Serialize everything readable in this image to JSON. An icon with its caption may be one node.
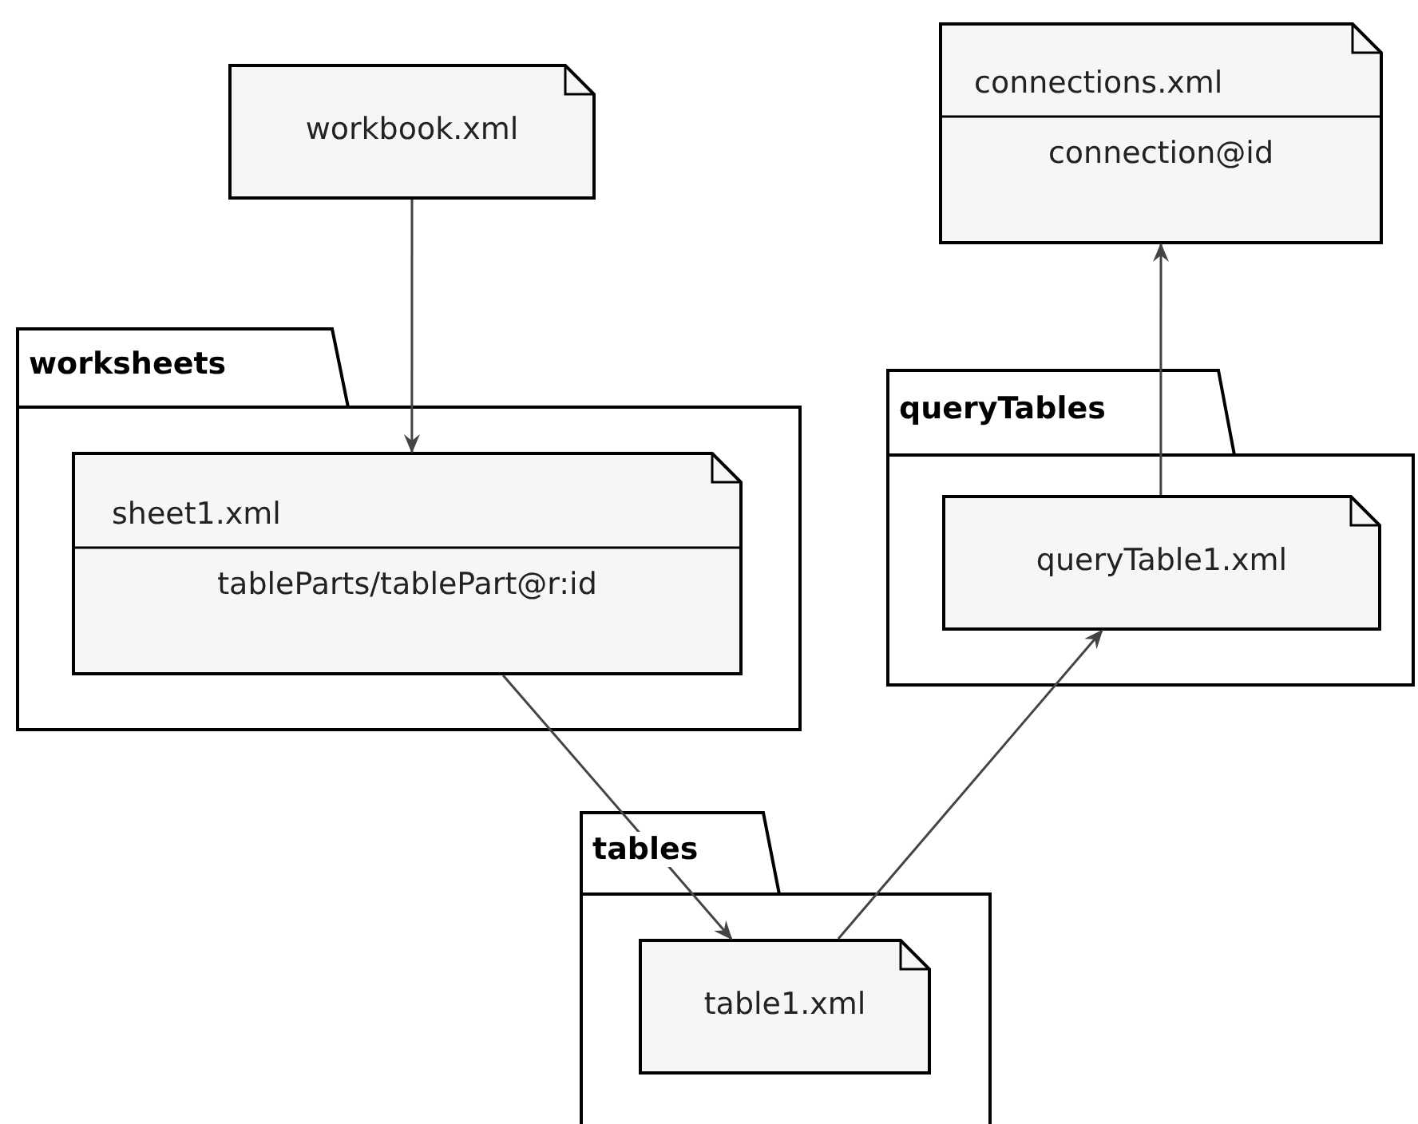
{
  "diagram": {
    "nodes": [
      {
        "text": [
          "workbook.xml"
        ]
      },
      {
        "text": [
          "worksheets"
        ]
      },
      {
        "text": [
          "sheet1.xml",
          "tableParts/tablePart@r:id"
        ],
        "in": 1
      },
      {
        "text": [
          "connections.xml",
          "connection@id"
        ]
      },
      {
        "text": [
          "queryTables"
        ]
      },
      {
        "text": [
          "queryTable1.xml"
        ],
        "in": 4
      },
      {
        "text": [
          "tables"
        ]
      },
      {
        "text": [
          "table1.xml"
        ],
        "in": 6
      }
    ],
    "edges": [
      {
        "from": 0,
        "to": 2,
        "arrow": "to"
      },
      {
        "from": 2,
        "to": 7,
        "arrow": "to"
      },
      {
        "from": 7,
        "to": 5,
        "arrow": "to"
      },
      {
        "from": 5,
        "to": 3,
        "arrow": "to"
      }
    ]
  }
}
